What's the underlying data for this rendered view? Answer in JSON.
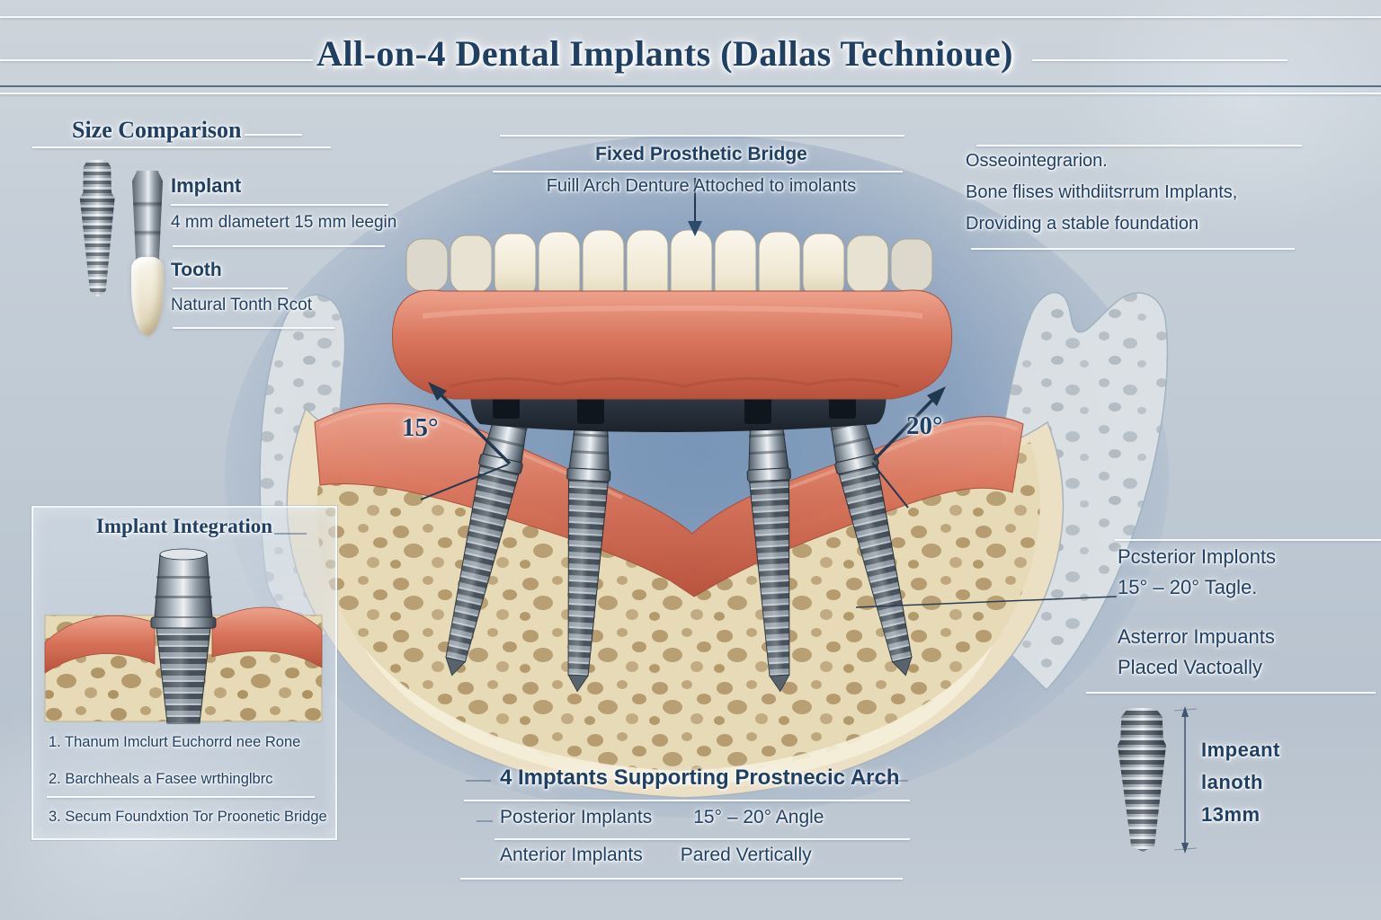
{
  "title": "All-on-4 Dental Implants (Dallas Technioue)",
  "size_comparison": {
    "heading": "Size Comparison",
    "implant": {
      "label": "Implant",
      "desc": "4 mm dlametert 15 mm leegin"
    },
    "tooth": {
      "label": "Tooth",
      "desc": "Natural Tonth Rcot"
    }
  },
  "bridge_callout": {
    "heading": "Fixed Prosthetic Bridge",
    "subheading": "Fuill Arch Denture Attoched to imolants"
  },
  "osseointegration": {
    "line1": "Osseointegrarion.",
    "line2": "Bone flises withdiitsrrum Implants,",
    "line3": "Droviding a stable foundation"
  },
  "diagram_labels": {
    "left_angle": "15°",
    "right_angle": "20°"
  },
  "integration_box": {
    "heading": "Implant Integration",
    "steps": [
      "1. Thanum Imclurt Euchorrd nee Rone",
      "2. Barchheals a Fasee wrthinglbrc",
      "3. Secum Foundxtion Tor Proonetic Bridge"
    ]
  },
  "right_callout": {
    "posterior_title": "Pcsterior Implonts",
    "posterior_value": "15° – 20° Tagle.",
    "anterior_title": "Asterror Impuants",
    "anterior_value": "Placed Vactoally"
  },
  "implant_length": {
    "line1": "Impeant",
    "line2": "lanoth",
    "line3": "13mm"
  },
  "bottom_notes": {
    "note1": "4  Imptants Supporting Prostnecic Arch",
    "note2_label": "Posterior Implants",
    "note2_value": "15° – 20° Angle",
    "note3_label": "Anterior Implants",
    "note3_value": "Pared Vertically"
  },
  "colors": {
    "navy": "#1f3f63",
    "bg-outer": "#c7ced6",
    "bg-inner": "#89a1bc",
    "bone": "#e9dec3",
    "bone-hole": "#a88b5c",
    "gum": "#d8765d",
    "teeth": "#f0e9d8",
    "metal-dark": "#39434d",
    "metal-light": "#c9d0d6",
    "bar-dark": "#2a323c",
    "line-white": "#f4f7fa"
  }
}
